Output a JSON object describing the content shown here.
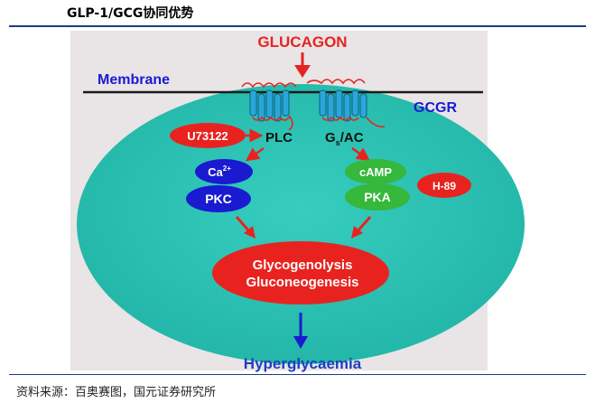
{
  "header": {
    "title": "GLP-1/GCG协同优势"
  },
  "footer": {
    "source": "资料来源：百奥赛图，国元证券研究所"
  },
  "diagram": {
    "glucagon": "GLUCAGON",
    "membrane": "Membrane",
    "gcgr": "GCGR",
    "plc": "PLC",
    "gs_prefix": "G",
    "gs_sub": "s",
    "gs_suffix": "/AC",
    "u73122": "U73122",
    "ca_base": "Ca",
    "ca_sup": "2+",
    "pkc": "PKC",
    "camp": "cAMP",
    "pka": "PKA",
    "h89": "H-89",
    "process_line1": "Glycogenolysis",
    "process_line2": "Gluconeogenesis",
    "outcome": "Hyperglycaemia"
  },
  "colors": {
    "cell": "#2ec4b6",
    "background_panel": "#e9e4e6",
    "red": "#e8231f",
    "blue": "#1a1ad0",
    "green": "#35b83b",
    "receptor": "#2aa7d8",
    "outcome_text": "#1d3fbf"
  }
}
